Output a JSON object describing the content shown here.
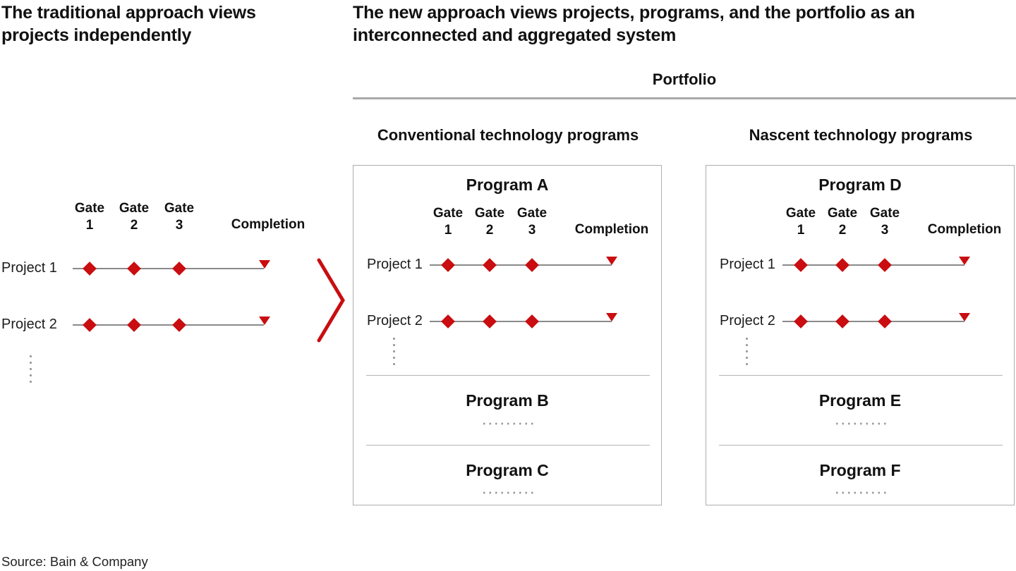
{
  "headings": {
    "left": "The traditional approach views projects independently",
    "right": "The new approach views projects, programs, and the portfolio as an interconnected and aggregated system"
  },
  "portfolio_label": "Portfolio",
  "columns": {
    "conventional_heading": "Conventional technology programs",
    "nascent_heading": "Nascent technology programs"
  },
  "gate_header": {
    "gate": "Gate",
    "numbers": [
      "1",
      "2",
      "3"
    ],
    "completion": "Completion"
  },
  "traditional": {
    "projects": [
      "Project 1",
      "Project 2"
    ]
  },
  "programs": {
    "conventional": {
      "main": "Program A",
      "projects": [
        "Project 1",
        "Project 2"
      ],
      "others": [
        "Program B",
        "Program C"
      ]
    },
    "nascent": {
      "main": "Program D",
      "projects": [
        "Project 1",
        "Project 2"
      ],
      "others": [
        "Program E",
        "Program F"
      ]
    }
  },
  "source": "Source: Bain & Company",
  "colors": {
    "accent_red": "#C90D10",
    "line_gray": "#8a8a8a",
    "rule_gray": "#a9a9a9",
    "border_gray": "#adadad",
    "divider_gray": "#b5b5b5",
    "dot_gray": "#9a9a9a",
    "text_black": "#111111"
  }
}
